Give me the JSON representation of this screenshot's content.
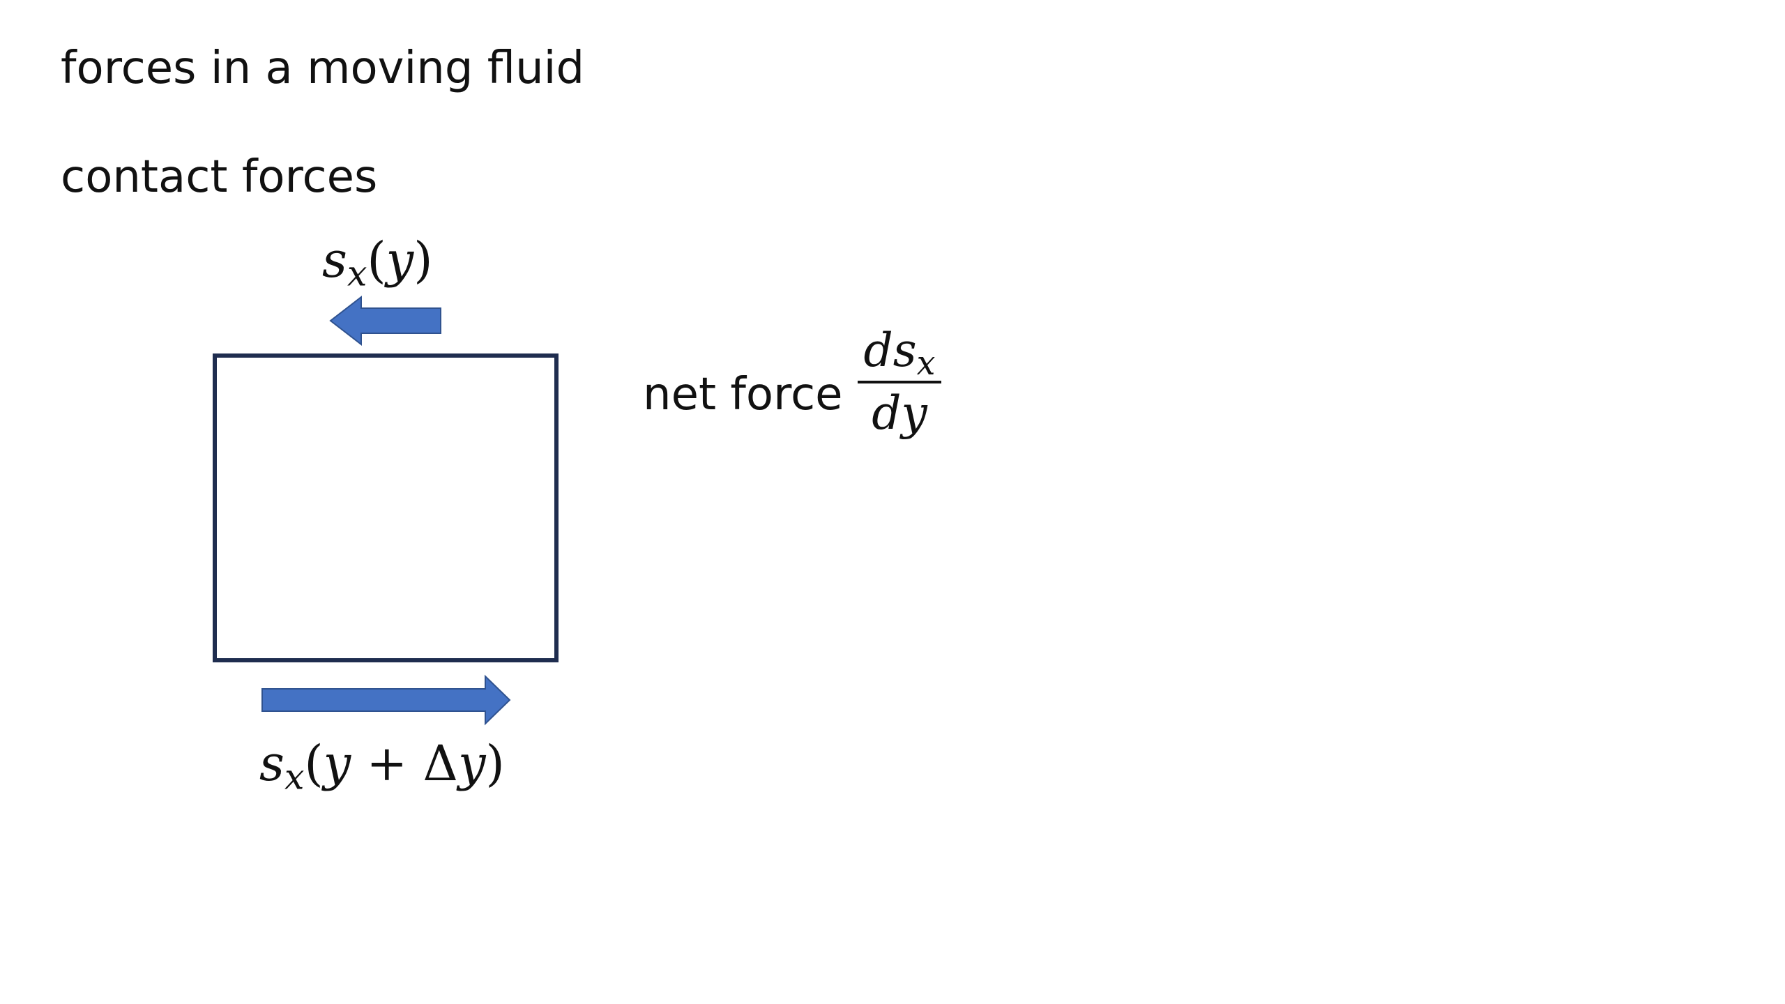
{
  "slide": {
    "title": "forces in a moving fluid",
    "subtitle": "contact forces",
    "net_force_label": "net force"
  },
  "diagram": {
    "top_label": {
      "base": "s",
      "sub": "x",
      "open": "(",
      "var": "y",
      "close": ")"
    },
    "bottom_label": {
      "base": "s",
      "sub": "x",
      "open": "(",
      "var": "y",
      "op": " + ",
      "delta": "Δ",
      "var2": "y",
      "close": ")"
    },
    "fraction": {
      "num_d": "d",
      "num_s": "s",
      "num_sub": "x",
      "den": "dy"
    },
    "colors": {
      "arrow": "#4472C4",
      "box_stroke": "#1F2D4F",
      "text": "#111111"
    }
  }
}
